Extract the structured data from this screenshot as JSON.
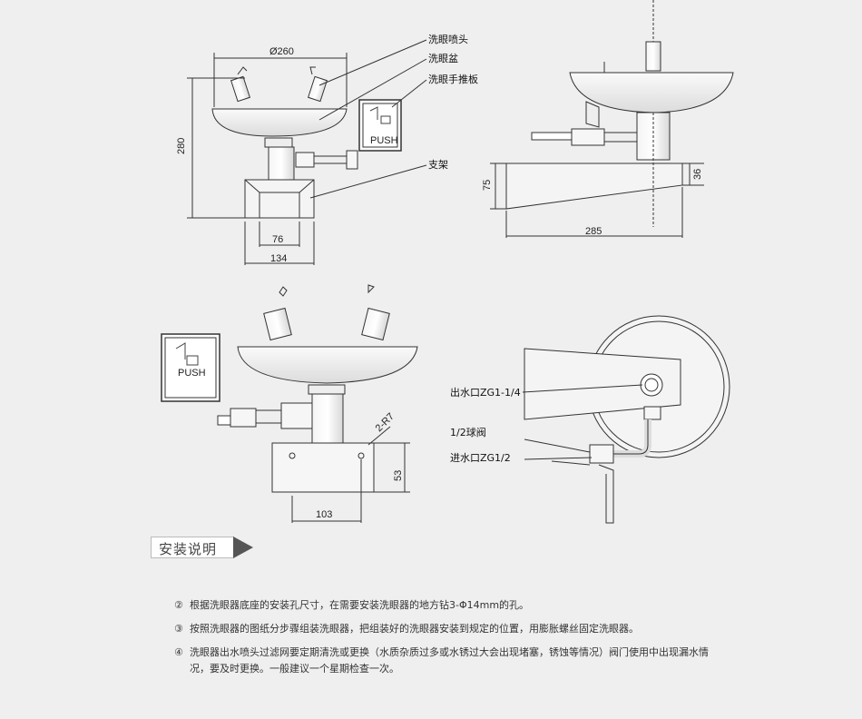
{
  "labels": {
    "nozzle": "洗眼喷头",
    "basin": "洗眼盆",
    "push_plate": "洗眼手推板",
    "bracket": "支架",
    "outlet": "出水口ZG1-1/4",
    "ball_valve": "1/2球阀",
    "inlet": "进水口ZG1/2",
    "push_text": "PUSH"
  },
  "dimensions": {
    "d260": "Ø260",
    "h280": "280",
    "w76": "76",
    "w134": "134",
    "h75": "75",
    "h36": "36",
    "w285": "285",
    "r7": "2-R7",
    "h53": "53",
    "w103": "103"
  },
  "section_title": "安装说明",
  "notes": [
    {
      "num": "②",
      "text": "根据洗眼器底座的安装孔尺寸，在需要安装洗眼器的地方钻3-Φ14mm的孔。"
    },
    {
      "num": "③",
      "text": "按照洗眼器的图纸分步骤组装洗眼器，把组装好的洗眼器安装到规定的位置，用膨胀螺丝固定洗眼器。"
    },
    {
      "num": "④",
      "text": "洗眼器出水喷头过滤网要定期清洗或更换（水质杂质过多或水锈过大会出现堵塞，锈蚀等情况）阀门使用中出现漏水情况，要及时更换。一般建议一个星期检查一次。"
    }
  ]
}
